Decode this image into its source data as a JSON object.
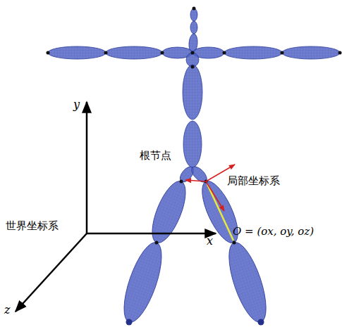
{
  "diagram": {
    "labels": [
      "y",
      "x",
      "z",
      "根节点",
      "局部坐标系",
      "世界坐标系",
      "O = (ox, oy, oz)"
    ]
  }
}
